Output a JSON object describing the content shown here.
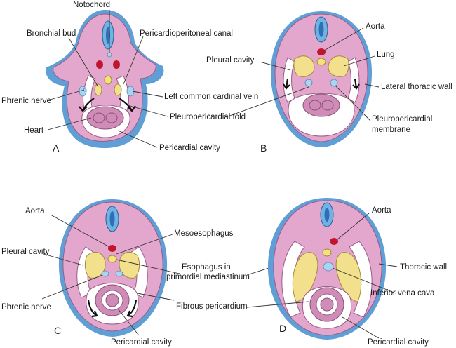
{
  "panels": [
    {
      "letter": "A",
      "labels": {
        "notochord": "Notochord",
        "bronchial_bud": "Bronchial bud",
        "pericardioperitoneal_canal": "Pericardioperitoneal canal",
        "phrenic_nerve": "Phrenic nerve",
        "left_common_cardinal_vein": "Left common cardinal vein",
        "pleuropericardial_fold": "Pleuropericardial fold",
        "heart": "Heart",
        "pericardial_cavity": "Pericardial cavity"
      }
    },
    {
      "letter": "B",
      "labels": {
        "aorta": "Aorta",
        "pleural_cavity": "Pleural cavity",
        "lung": "Lung",
        "lateral_thoracic_wall": "Lateral thoracic wall",
        "pleuropericardial_membrane_1": "Pleuropericardial",
        "pleuropericardial_membrane_2": "membrane"
      }
    },
    {
      "letter": "C",
      "labels": {
        "aorta": "Aorta",
        "mesoesophagus": "Mesoesophagus",
        "pleural_cavity": "Pleural cavity",
        "esophagus_1": "Esophagus in",
        "esophagus_2": "primordial mediastinum",
        "phrenic_nerve": "Phrenic nerve",
        "fibrous_pericardium": "Fibrous pericardium",
        "pericardial_cavity": "Pericardial cavity"
      }
    },
    {
      "letter": "D",
      "labels": {
        "aorta": "Aorta",
        "thoracic_wall": "Thoracic wall",
        "inferior_vena_cava": "Inferior vena cava",
        "pericardial_cavity": "Pericardial cavity"
      }
    }
  ]
}
